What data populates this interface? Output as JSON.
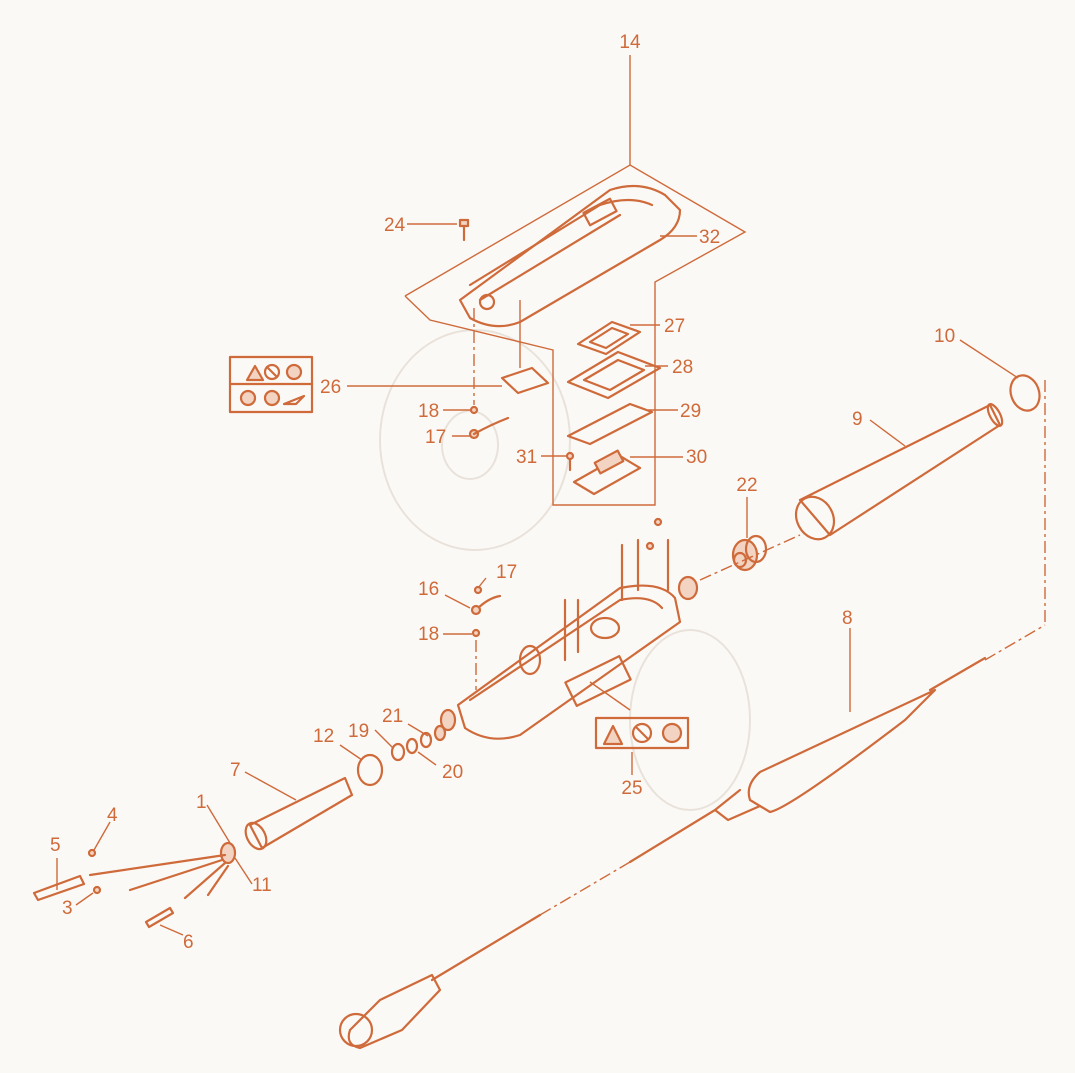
{
  "callouts": {
    "c1": "1",
    "c3": "3",
    "c4": "4",
    "c5": "5",
    "c6": "6",
    "c7": "7",
    "c8": "8",
    "c9": "9",
    "c10": "10",
    "c11": "11",
    "c12": "12",
    "c14": "14",
    "c16": "16",
    "c17a": "17",
    "c17b": "17",
    "c18a": "18",
    "c18b": "18",
    "c19": "19",
    "c20": "20",
    "c21": "21",
    "c22": "22",
    "c24": "24",
    "c25": "25",
    "c26": "26",
    "c27": "27",
    "c28": "28",
    "c29": "29",
    "c30": "30",
    "c31": "31",
    "c32": "32"
  },
  "colors": {
    "line": "#cf6a3a",
    "fill": "#f3d4c2",
    "background": "#fbf9f6"
  },
  "icons": {
    "warning_label_26": [
      "warning-triangle-icon",
      "no-sparks-icon",
      "read-manual-icon",
      "ear-protection-icon",
      "eye-protection-icon",
      "hand-warning-icon"
    ],
    "warning_label_25": [
      "warning-triangle-icon",
      "no-sparks-icon",
      "read-manual-icon"
    ]
  }
}
